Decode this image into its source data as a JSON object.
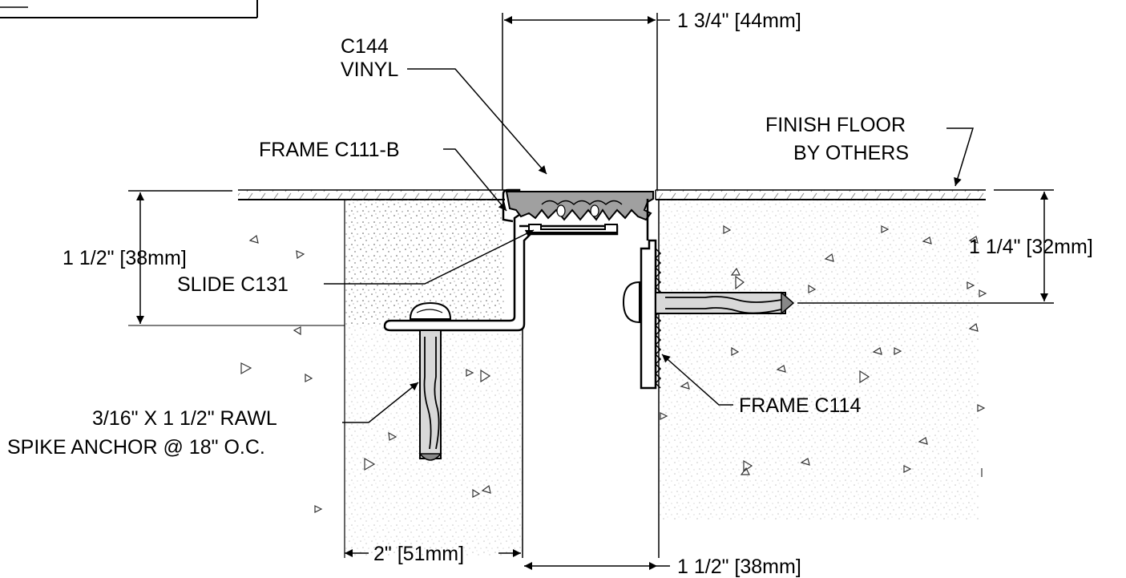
{
  "labels": {
    "vinyl_line1": "C144",
    "vinyl_line2": "VINYL",
    "finish_floor_line1": "FINISH FLOOR",
    "finish_floor_line2": "BY OTHERS",
    "frame_c111b": "FRAME C111-B",
    "slide_c131": "SLIDE C131",
    "frame_c114": "FRAME C114",
    "anchor_line1": "3/16\" X 1 1/2\" RAWL",
    "anchor_line2": "SPIKE ANCHOR @ 18\" O.C."
  },
  "dimensions": {
    "top_width": "1 3/4\" [44mm]",
    "left_depth": "1 1/2\" [38mm]",
    "right_depth": "1 1/4\" [32mm]",
    "bottom_left": "2\" [51mm]",
    "bottom_right": "1 1/2\" [38mm]"
  }
}
